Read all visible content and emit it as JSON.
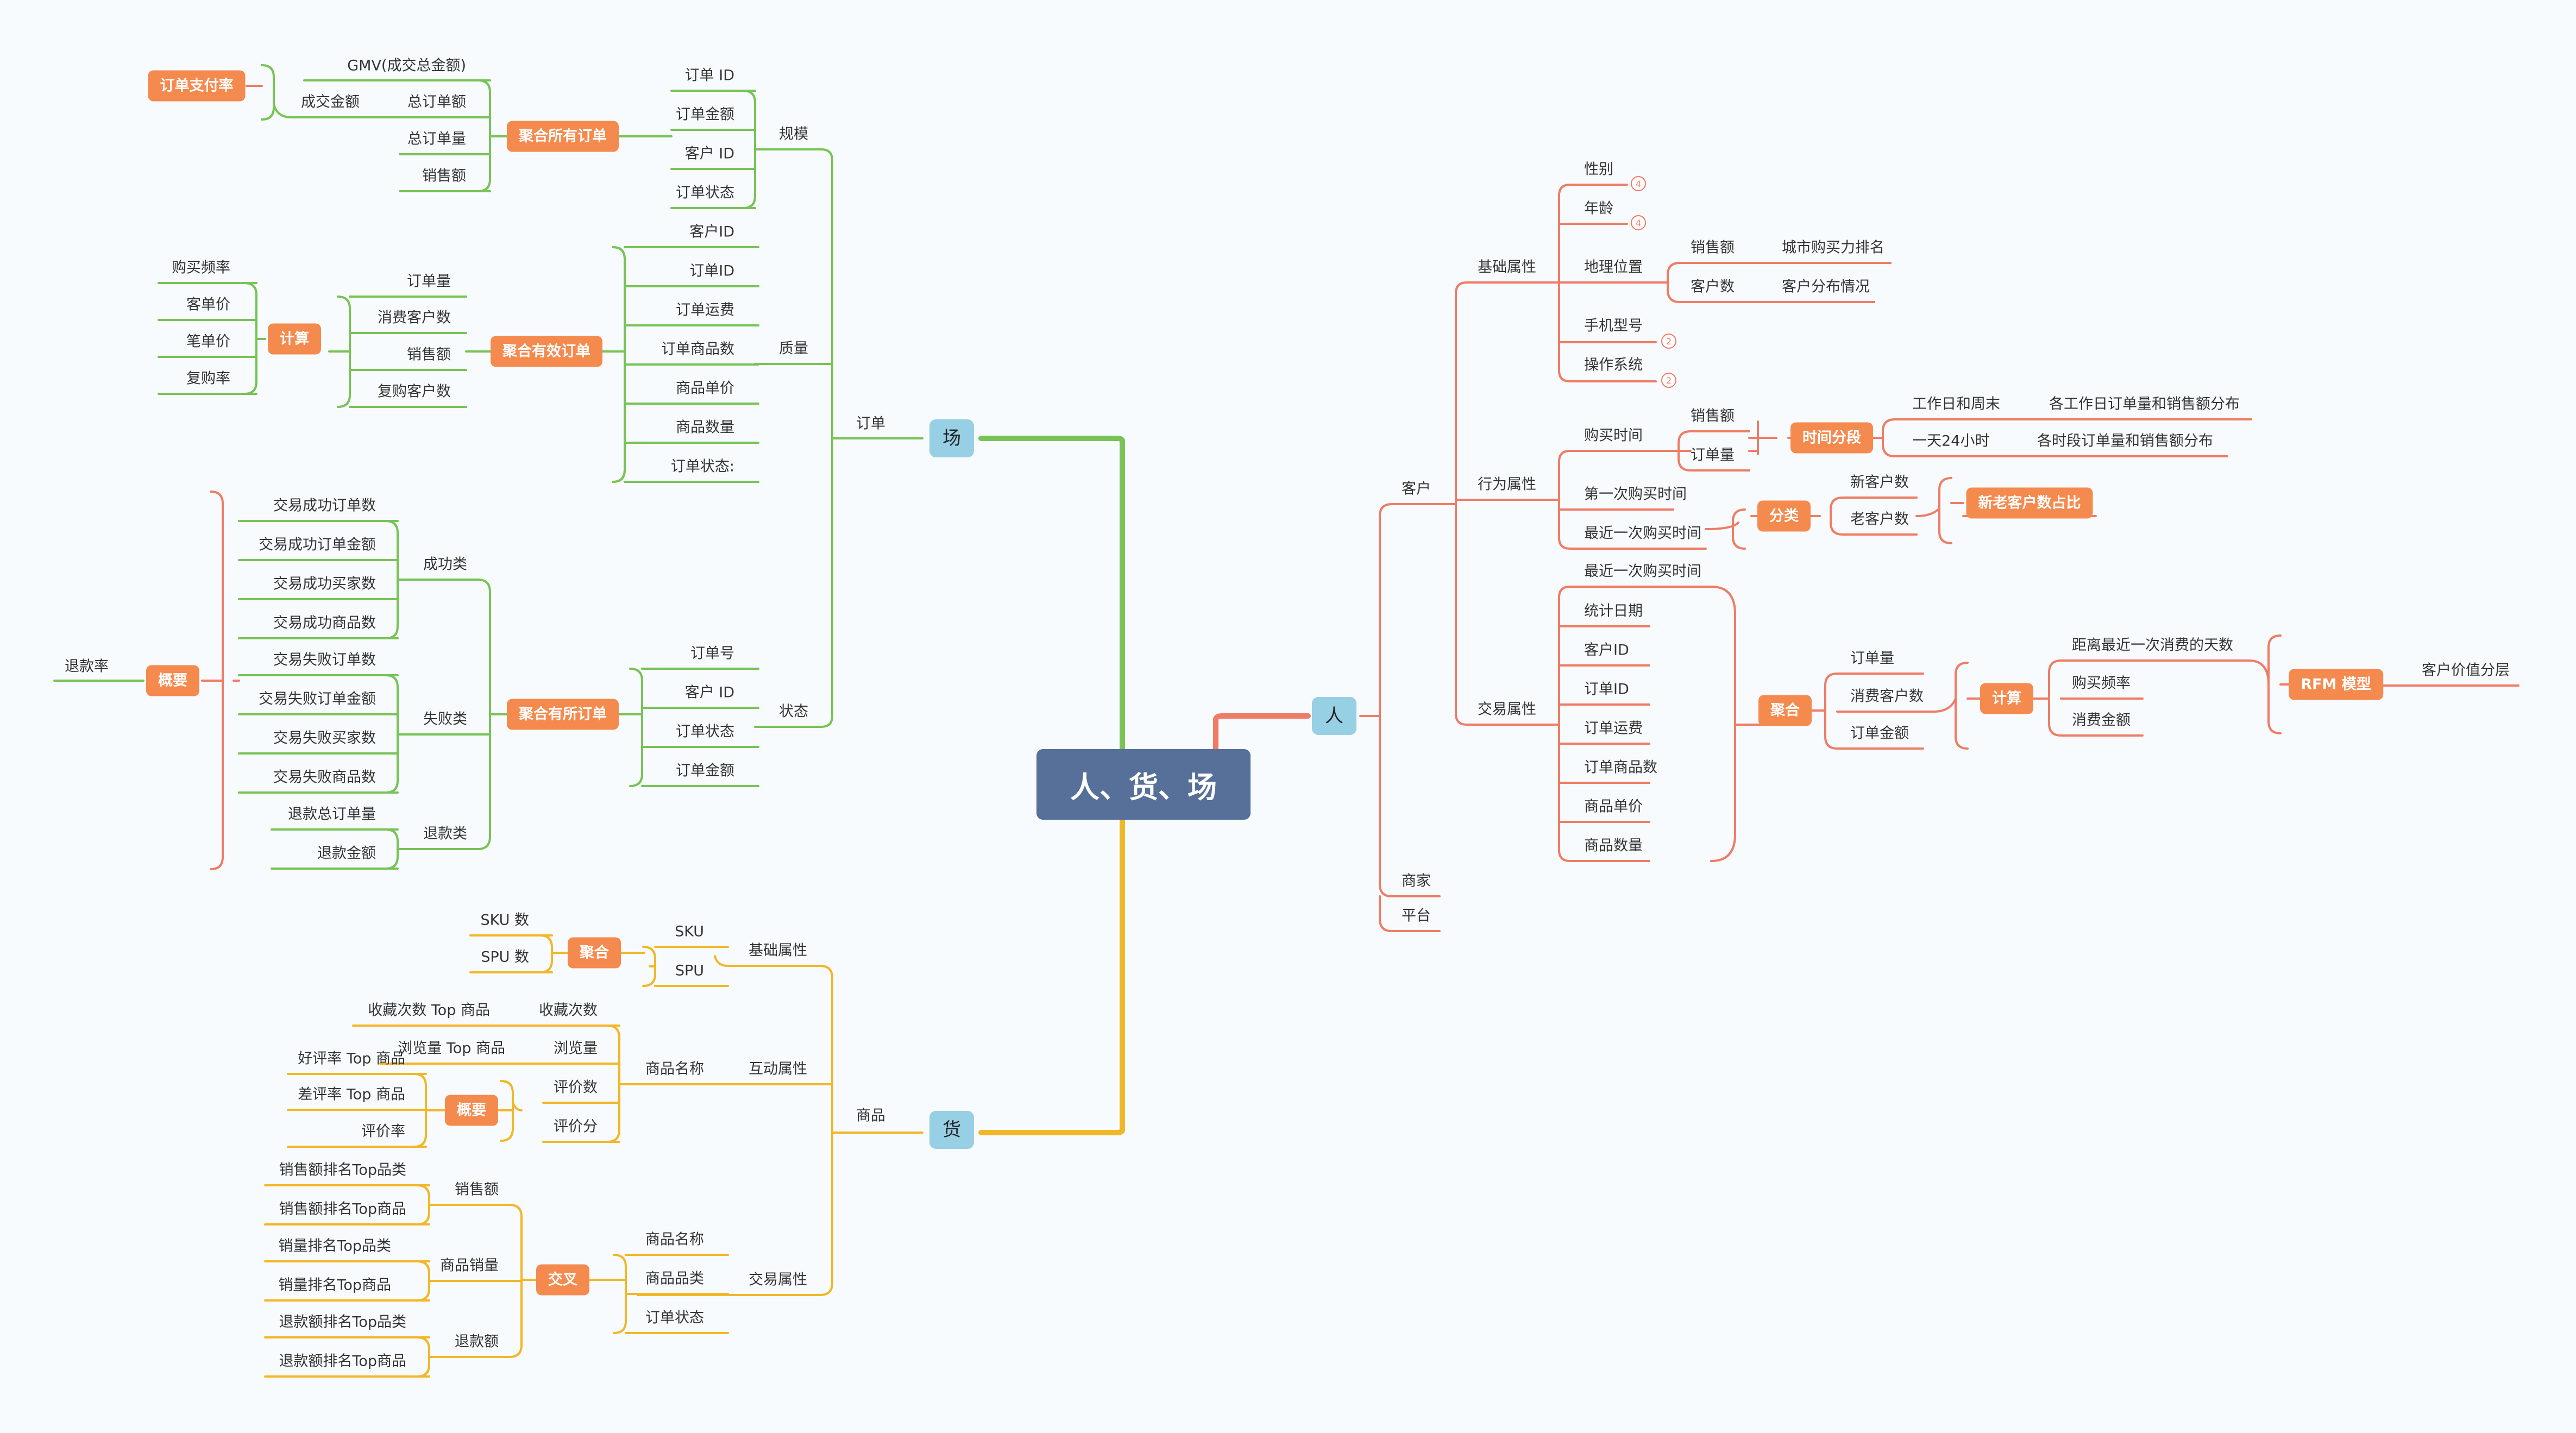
{
  "root": "人、货、场",
  "people": {
    "label": "人",
    "customer": "客户",
    "merchant": "商家",
    "platform": "平台",
    "basic": {
      "label": "基础属性",
      "gender": "性别",
      "age": "年龄",
      "geo": "地理位置",
      "geo_sales": "销售额",
      "geo_customers": "客户数",
      "city_rank": "城市购买力排名",
      "customer_dist": "客户分布情况",
      "phone": "手机型号",
      "os": "操作系统",
      "m_gender": "4",
      "m_age": "4",
      "m_phone": "2",
      "m_os": "2"
    },
    "behavior": {
      "label": "行为属性",
      "buy_time": "购买时间",
      "sales": "销售额",
      "orders": "订单量",
      "time_seg": "时间分段",
      "workday": "工作日和周末",
      "workday_dist": "各工作日订单量和销售额分布",
      "day24": "一天24小时",
      "hour_dist": "各时段订单量和销售额分布",
      "first_buy": "第一次购买时间",
      "last_buy": "最近一次购买时间",
      "classify": "分类",
      "new_cust": "新客户数",
      "old_cust": "老客户数",
      "ratio": "新老客户数占比"
    },
    "trade": {
      "label": "交易属性",
      "items": [
        "最近一次购买时间",
        "统计日期",
        "客户ID",
        "订单ID",
        "订单运费",
        "订单商品数",
        "商品单价",
        "商品数量"
      ],
      "aggregate": "聚合",
      "agg_items": [
        "订单量",
        "消费客户数",
        "订单金额"
      ],
      "calc": "计算",
      "calc_items": [
        "距离最近一次消费的天数",
        "购买频率",
        "消费金额"
      ],
      "rfm": "RFM 模型",
      "segment": "客户价值分层"
    }
  },
  "place": {
    "label": "场",
    "order": "订单",
    "scale": {
      "label": "规模",
      "items": [
        "订单 ID",
        "订单金额",
        "客户 ID",
        "订单状态"
      ],
      "agg": "聚合所有订单",
      "metrics": [
        "GMV(成交总金额)",
        "总订单额",
        "总订单量",
        "销售额"
      ],
      "deal_amount": "成交金额",
      "pay_rate": "订单支付率"
    },
    "quality": {
      "label": "质量",
      "items": [
        "客户ID",
        "订单ID",
        "订单运费",
        "订单商品数",
        "商品单价",
        "商品数量",
        "订单状态:"
      ],
      "agg": "聚合有效订单",
      "metrics": [
        "订单量",
        "消费客户数",
        "销售额",
        "复购客户数"
      ],
      "calc": "计算",
      "calc_items": [
        "购买频率",
        "客单价",
        "笔单价",
        "复购率"
      ]
    },
    "status": {
      "label": "状态",
      "items": [
        "订单号",
        "客户 ID",
        "订单状态",
        "订单金额"
      ],
      "agg": "聚合有所订单",
      "success": "成功类",
      "success_items": [
        "交易成功订单数",
        "交易成功订单金额",
        "交易成功买家数",
        "交易成功商品数"
      ],
      "fail": "失败类",
      "fail_items": [
        "交易失败订单数",
        "交易失败订单金额",
        "交易失败买家数",
        "交易失败商品数"
      ],
      "refund": "退款类",
      "refund_items": [
        "退款总订单量",
        "退款金额"
      ],
      "overview": "概要",
      "refund_rate": "退款率"
    }
  },
  "goods": {
    "label": "货",
    "product": "商品",
    "basic": {
      "label": "基础属性",
      "items": [
        "SKU",
        "SPU"
      ],
      "agg": "聚合",
      "agg_items": [
        "SKU 数",
        "SPU 数"
      ]
    },
    "interact": {
      "label": "互动属性",
      "name": "商品名称",
      "items": [
        "收藏次数",
        "浏览量",
        "评价数",
        "评价分"
      ],
      "fav_top": "收藏次数 Top 商品",
      "view_top": "浏览量 Top 商品",
      "overview": "概要",
      "good_top": "好评率 Top 商品",
      "bad_top": "差评率 Top 商品",
      "rate": "评价率"
    },
    "trade": {
      "label": "交易属性",
      "items": [
        "商品名称",
        "商品品类",
        "订单状态"
      ],
      "cross": "交叉",
      "sales": "销售额",
      "sales_items": [
        "销售额排名Top品类",
        "销售额排名Top商品"
      ],
      "volume": "商品销量",
      "volume_items": [
        "销量排名Top品类",
        "销量排名Top商品"
      ],
      "refund": "退款额",
      "refund_items": [
        "退款额排名Top品类",
        "退款额排名Top商品"
      ]
    }
  },
  "colors": {
    "people": "#ee7c66",
    "place": "#77c356",
    "goods": "#f2b728",
    "accent": "#f58a4f",
    "root": "#56709a",
    "sub": "#97cfe5"
  }
}
